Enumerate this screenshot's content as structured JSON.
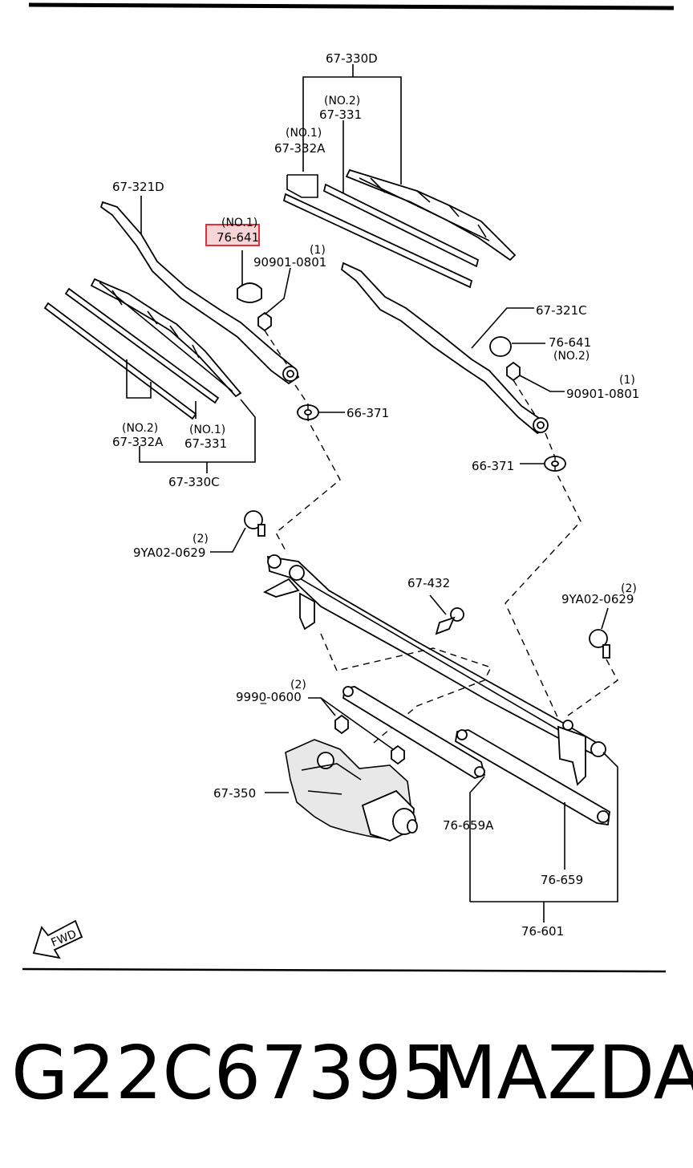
{
  "labels": {
    "l_67_330D": "67-330D",
    "l_no2_top": "(NO.2)",
    "l_67_331_top": "67-331",
    "l_no1_top": "(NO.1)",
    "l_67_332A_top": "67-332A",
    "l_67_321D": "67-321D",
    "l_no1_cap": "(NO.1)",
    "l_76_641_hl": "76-641",
    "l_1_a": "(1)",
    "l_90901_a": "90901-0801",
    "l_67_321C": "67-321C",
    "l_76_641": "76-641",
    "l_no2_cap": "(NO.2)",
    "l_1_b": "(1)",
    "l_90901_b": "90901-0801",
    "l_66_371_a": "66-371",
    "l_66_371_b": "66-371",
    "l_no2_left": "(NO.2)",
    "l_67_332A_left": "67-332A",
    "l_no1_left": "(NO.1)",
    "l_67_331_left": "67-331",
    "l_67_330C": "67-330C",
    "l_2_a": "(2)",
    "l_9YA02_a": "9YA02-0629",
    "l_67_432": "67-432",
    "l_2_b": "(2)",
    "l_9YA02_b": "9YA02-0629",
    "l_2_c": "(2)",
    "l_9990": "9990̲-0600",
    "l_67_350": "67-350",
    "l_76_659A": "76-659A",
    "l_76_659": "76-659",
    "l_76_601": "76-601",
    "l_fwd": "FWD"
  },
  "footer": {
    "part_number": "G22C67395",
    "brand": "MAZDA"
  },
  "colors": {
    "highlight": "#e0303a",
    "line": "#000000",
    "background": "#ffffff"
  }
}
